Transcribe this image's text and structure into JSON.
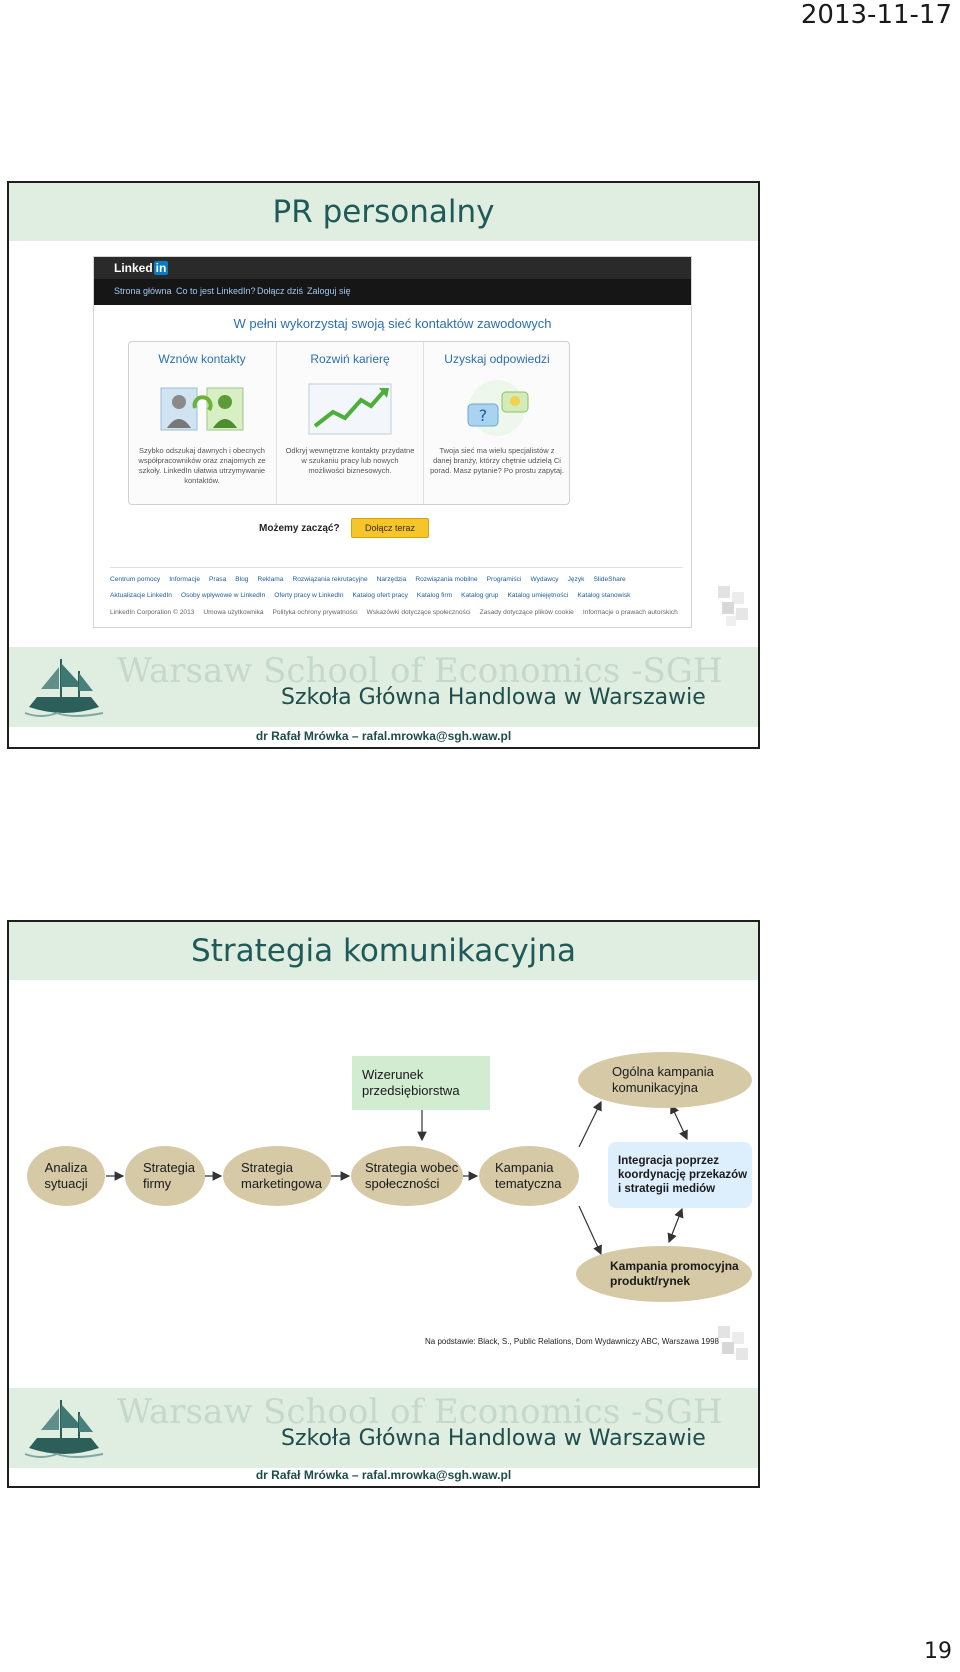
{
  "page": {
    "date": "2013-11-17",
    "number": "19"
  },
  "slide1": {
    "title": "PR personalny",
    "linkedin": {
      "logo": "Linked",
      "logo_in": "in",
      "nav": [
        "Strona główna",
        "Co to jest LinkedIn?",
        "Dołącz dziś",
        "Zaloguj się"
      ],
      "headline": "W pełni wykorzystaj swoją sieć kontaktów zawodowych",
      "cards": [
        {
          "title": "Wznów kontakty",
          "text": "Szybko odszukaj dawnych i obecnych współpracowników oraz znajomych ze szkoły. LinkedIn ułatwia utrzymywanie kontaktów."
        },
        {
          "title": "Rozwiń karierę",
          "text": "Odkryj wewnętrzne kontakty przydatne w szukaniu pracy lub nowych możliwości biznesowych."
        },
        {
          "title": "Uzyskaj odpowiedzi",
          "text": "Twoja sieć ma wielu specjalistów z danej branży, którzy chętnie udzielą Ci porad. Masz pytanie? Po prostu zapytaj."
        }
      ],
      "cta_text": "Możemy zacząć?",
      "cta_button": "Dołącz teraz",
      "footer_row1": [
        "Centrum pomocy",
        "Informacje",
        "Prasa",
        "Blog",
        "Reklama",
        "Rozwiązania rekrutacyjne",
        "Narzędzia",
        "Rozwiązania mobilne",
        "Programiści",
        "Wydawcy",
        "Język",
        "SlideShare"
      ],
      "footer_row2": [
        "Aktualizacje LinkedIn",
        "Osoby wpływowe w LinkedIn",
        "Oferty pracy w LinkedIn",
        "Katalog ofert pracy",
        "Katalog firm",
        "Katalog grup",
        "Katalog umiejętności",
        "Katalog stanowisk"
      ],
      "footer_row3": [
        "LinkedIn Corporation © 2013",
        "Umowa użytkownika",
        "Polityka ochrony prywatności",
        "Wskazówki dotyczące społeczności",
        "Zasady dotyczące plików cookie",
        "Informacje o prawach autorskich"
      ]
    }
  },
  "slide2": {
    "title": "Strategia komunikacyjna",
    "nodes": {
      "analiza": "Analiza sytuacji",
      "firma": "Strategia firmy",
      "marketing": "Strategia marketingowa",
      "spolecznosc": "Strategia wobec społeczności",
      "kampania": "Kampania tematyczna",
      "wizerunek": "Wizerunek przedsiębiorstwa",
      "ogolna": "Ogólna kampania komunikacyjna",
      "integracja": "Integracja poprzez koordynację przekazów i strategii mediów",
      "promocyjna": "Kampania promocyjna produkt/rynek"
    },
    "source": "Na podstawie:  Black, S., Public Relations, Dom Wydawniczy ABC, Warszawa 1998"
  },
  "footer": {
    "school_en": "Warsaw School of Economics -SGH",
    "school_pl": "Szkoła Główna Handlowa w Warszawie",
    "author": "dr Rafał Mrówka – rafal.mrowka@sgh.waw.pl"
  },
  "colors": {
    "title_band": "#dfeee0",
    "title_text": "#1f5a58",
    "oval": "#d6c9a6",
    "green_box": "#d1ecd0",
    "blue_box": "#ddeefc"
  }
}
